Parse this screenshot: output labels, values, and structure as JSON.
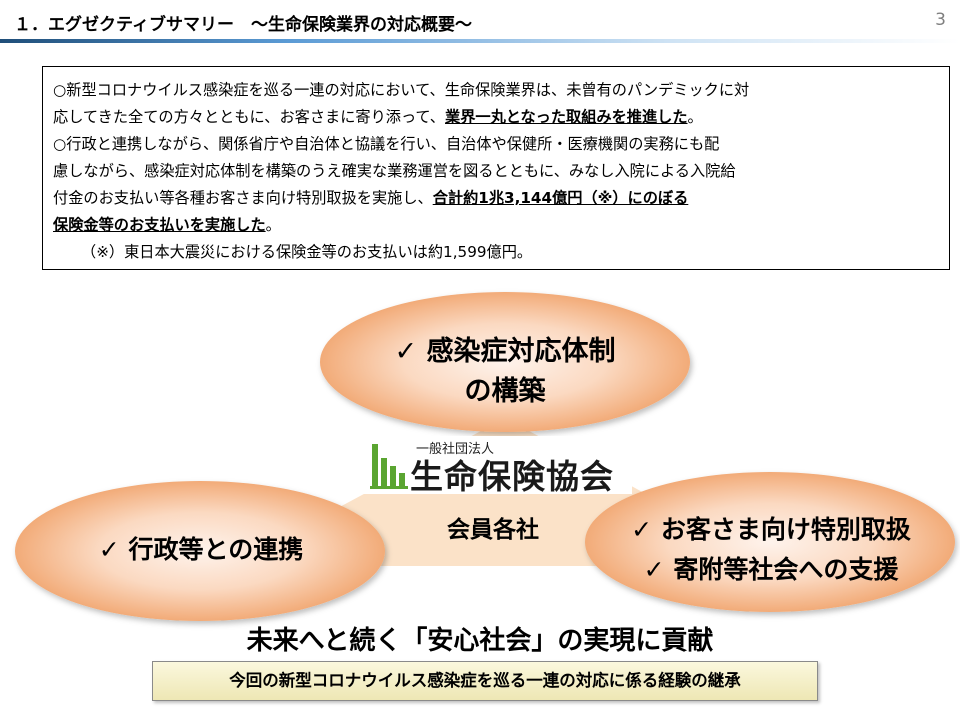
{
  "header": {
    "title": "１．エグゼクティブサマリー　～生命保険業界の対応概要～",
    "page_number": "3"
  },
  "summary": {
    "p1_l1": "○新型コロナウイルス感染症を巡る一連の対応において、生命保険業界は、未曾有のパンデミックに対",
    "p1_l2_a": "応してきた全ての方々とともに、お客さまに寄り添って、",
    "p1_l2_b": "業界一丸となった取組みを推進した",
    "p1_l2_c": "。",
    "p2_l1": "○行政と連携しながら、関係省庁や自治体と協議を行い、自治体や保健所・医療機関の実務にも配",
    "p2_l2": "慮しながら、感染症対応体制を構築のうえ確実な業務運営を図るとともに、みなし入院による入院給",
    "p2_l3_a": "付金のお支払い等各種お客さま向け特別取扱を実施し、",
    "p2_l3_b": "合計約1兆3,144億円（※）にのぼる",
    "p2_l4_b": "保険金等のお支払いを実施した",
    "p2_l4_c": "。",
    "note": "（※）東日本大震災における保険金等のお支払いは約1,599億円。"
  },
  "diagram": {
    "top_l1": "✓ 感染症対応体制",
    "top_l2": "の構築",
    "left": "✓ 行政等との連携",
    "right_l1": "✓ お客さま向け特別取扱",
    "right_l2": "✓ 寄附等社会への支援",
    "center": "会員各社",
    "logo_small": "一般社団法人",
    "logo_main": "生命保険協会"
  },
  "tagline": "未来へと続く「安心社会」の実現に貢献",
  "bottom_box": "今回の新型コロナウイルス感染症を巡る一連の対応に係る経験の継承",
  "colors": {
    "ellipse_center": "#fde9dc",
    "ellipse_edge": "#f4b183",
    "triangle": "#fbe2c8",
    "logo_green": "#5aa531",
    "header_line": "#5b9bd5",
    "bottom_box_fill": "#f6f0c6"
  }
}
